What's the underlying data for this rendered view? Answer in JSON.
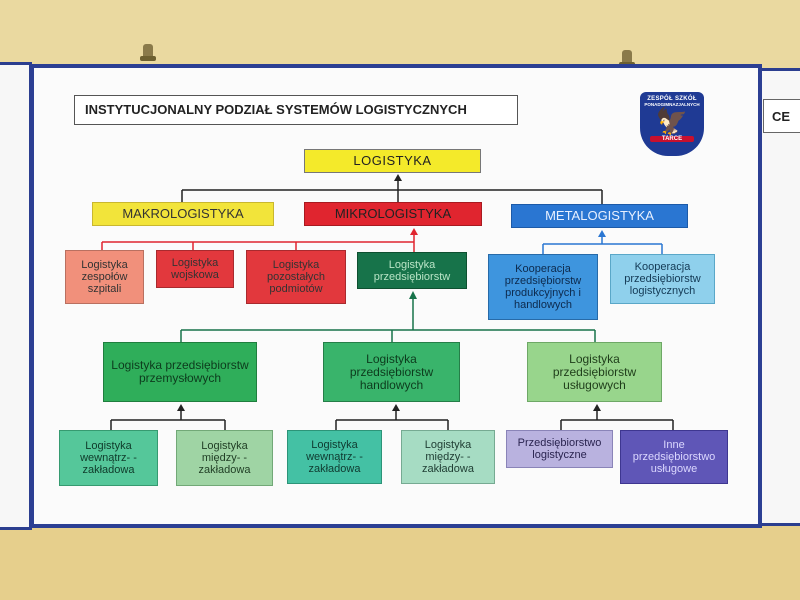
{
  "title": "INSTYTUCJONALNY PODZIAŁ SYSTEMÓW LOGISTYCZNYCH",
  "logo": {
    "line1": "ZESPÓŁ SZKÓŁ",
    "line2": "PONADGIMNAZJALNYCH",
    "line3": "TARCE"
  },
  "right_board_fragment": "CE",
  "root": "LOGISTYKA",
  "level1": {
    "makro": "MAKROLOGISTYKA",
    "mikro": "MIKROLOGISTYKA",
    "meta": "METALOGISTYKA"
  },
  "makro_children": [
    "Logistyka zespołów szpitali",
    "Logistyka wojskowa"
  ],
  "mikro_children": [
    "Logistyka pozostałych podmiotów",
    "Logistyka przedsiębiorstw"
  ],
  "meta_children": [
    "Kooperacja przedsiębiorstw produkcyjnych i handlowych",
    "Kooperacja przedsiębiorstw logistycznych"
  ],
  "enterprise_types": [
    "Logistyka przedsiębiorstw przemysłowych",
    "Logistyka przedsiębiorstw handlowych",
    "Logistyka przedsiębiorstw usługowych"
  ],
  "industrial_children": [
    "Logistyka wewnątrz- -zakładowa",
    "Logistyka między- -zakładowa"
  ],
  "trade_children": [
    "Logistyka wewnątrz- -zakładowa",
    "Logistyka między- -zakładowa"
  ],
  "service_children": [
    "Przedsiębiorstwo logistyczne",
    "Inne przedsiębiorstwo usługowe"
  ],
  "colors": {
    "board_border": "#2c3f93",
    "root": "#f4ea2a",
    "makro": "#f2e43a",
    "mikro": "#e0252f",
    "meta": "#2a76d2",
    "enterprise_green": "#2fae5a",
    "wall": "#e9d79a"
  }
}
